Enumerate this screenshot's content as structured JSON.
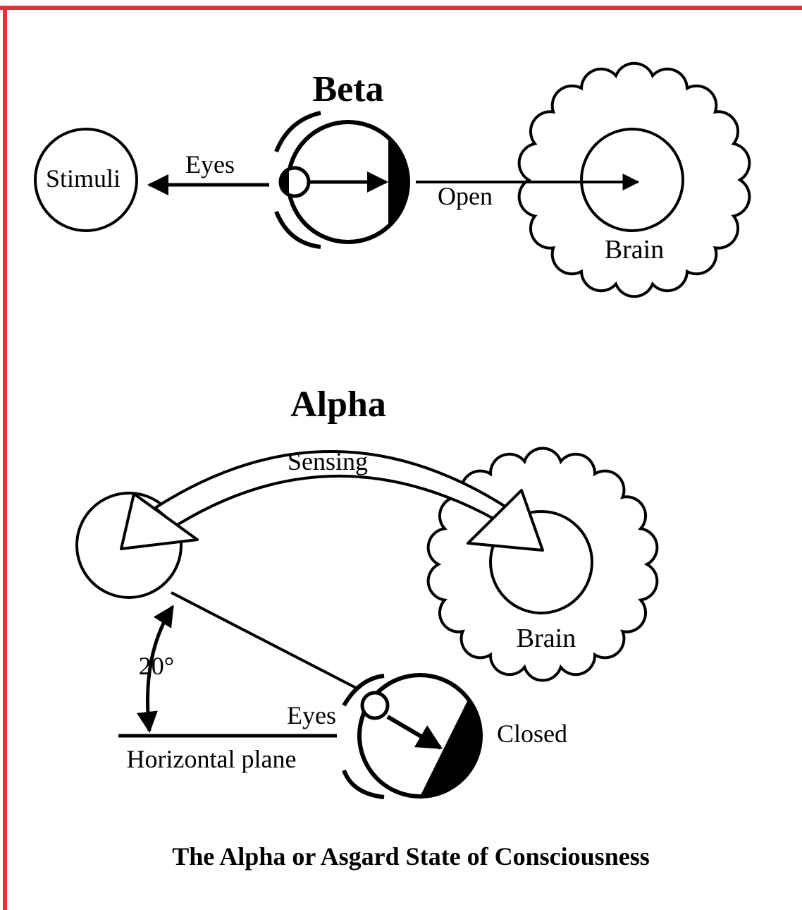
{
  "colors": {
    "border": "#e8303a",
    "ink": "#000000",
    "background": "#ffffff"
  },
  "beta": {
    "title": "Beta",
    "stimuli_label": "Stimuli",
    "eyes_label": "Eyes",
    "open_label": "Open",
    "brain_label": "Brain"
  },
  "alpha": {
    "title": "Alpha",
    "sensing_label": "Sensing",
    "brain_label": "Brain",
    "angle_label": "20°",
    "eyes_label": "Eyes",
    "closed_label": "Closed",
    "horizontal_label": "Horizontal plane"
  },
  "caption": "The Alpha or Asgard State of Consciousness"
}
